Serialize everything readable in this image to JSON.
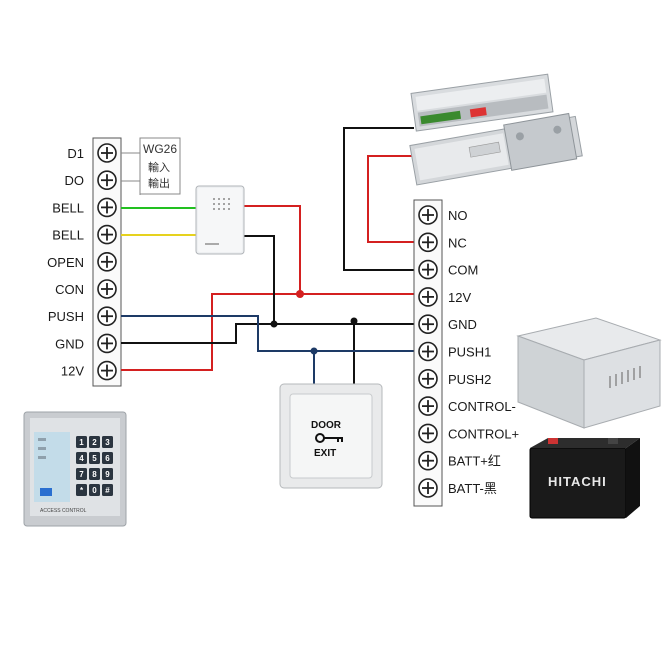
{
  "controller_terminals": [
    {
      "label": "D1"
    },
    {
      "label": "DO"
    },
    {
      "label": "BELL"
    },
    {
      "label": "BELL"
    },
    {
      "label": "OPEN"
    },
    {
      "label": "CON"
    },
    {
      "label": "PUSH"
    },
    {
      "label": "GND"
    },
    {
      "label": "12V"
    }
  ],
  "wiegand_box": {
    "line1": "WG26",
    "line2": "輸入",
    "line3": "輸出"
  },
  "power_terminals": [
    {
      "label": "NO"
    },
    {
      "label": "NC"
    },
    {
      "label": "COM"
    },
    {
      "label": "12V"
    },
    {
      "label": "GND"
    },
    {
      "label": "PUSH1"
    },
    {
      "label": "PUSH2"
    },
    {
      "label": "CONTROL-"
    },
    {
      "label": "CONTROL+"
    },
    {
      "label": "BATT+红"
    },
    {
      "label": "BATT-黑"
    }
  ],
  "exit_button": {
    "line1": "DOOR",
    "line2": "EXIT"
  },
  "battery": {
    "brand": "HITACHI"
  },
  "keypad": {
    "keys": [
      "1",
      "2",
      "3",
      "4",
      "5",
      "6",
      "7",
      "8",
      "9",
      "*",
      "0",
      "#"
    ],
    "footer": "ACCESS CONTROL"
  },
  "colors": {
    "red": "#d42020",
    "black": "#111111",
    "blue": "#1d3a66",
    "green": "#22c020",
    "yellow": "#e6d21e",
    "terminal_stroke": "#222222"
  },
  "icons": {
    "terminal": "plus-terminal-icon",
    "key": "key-icon"
  }
}
